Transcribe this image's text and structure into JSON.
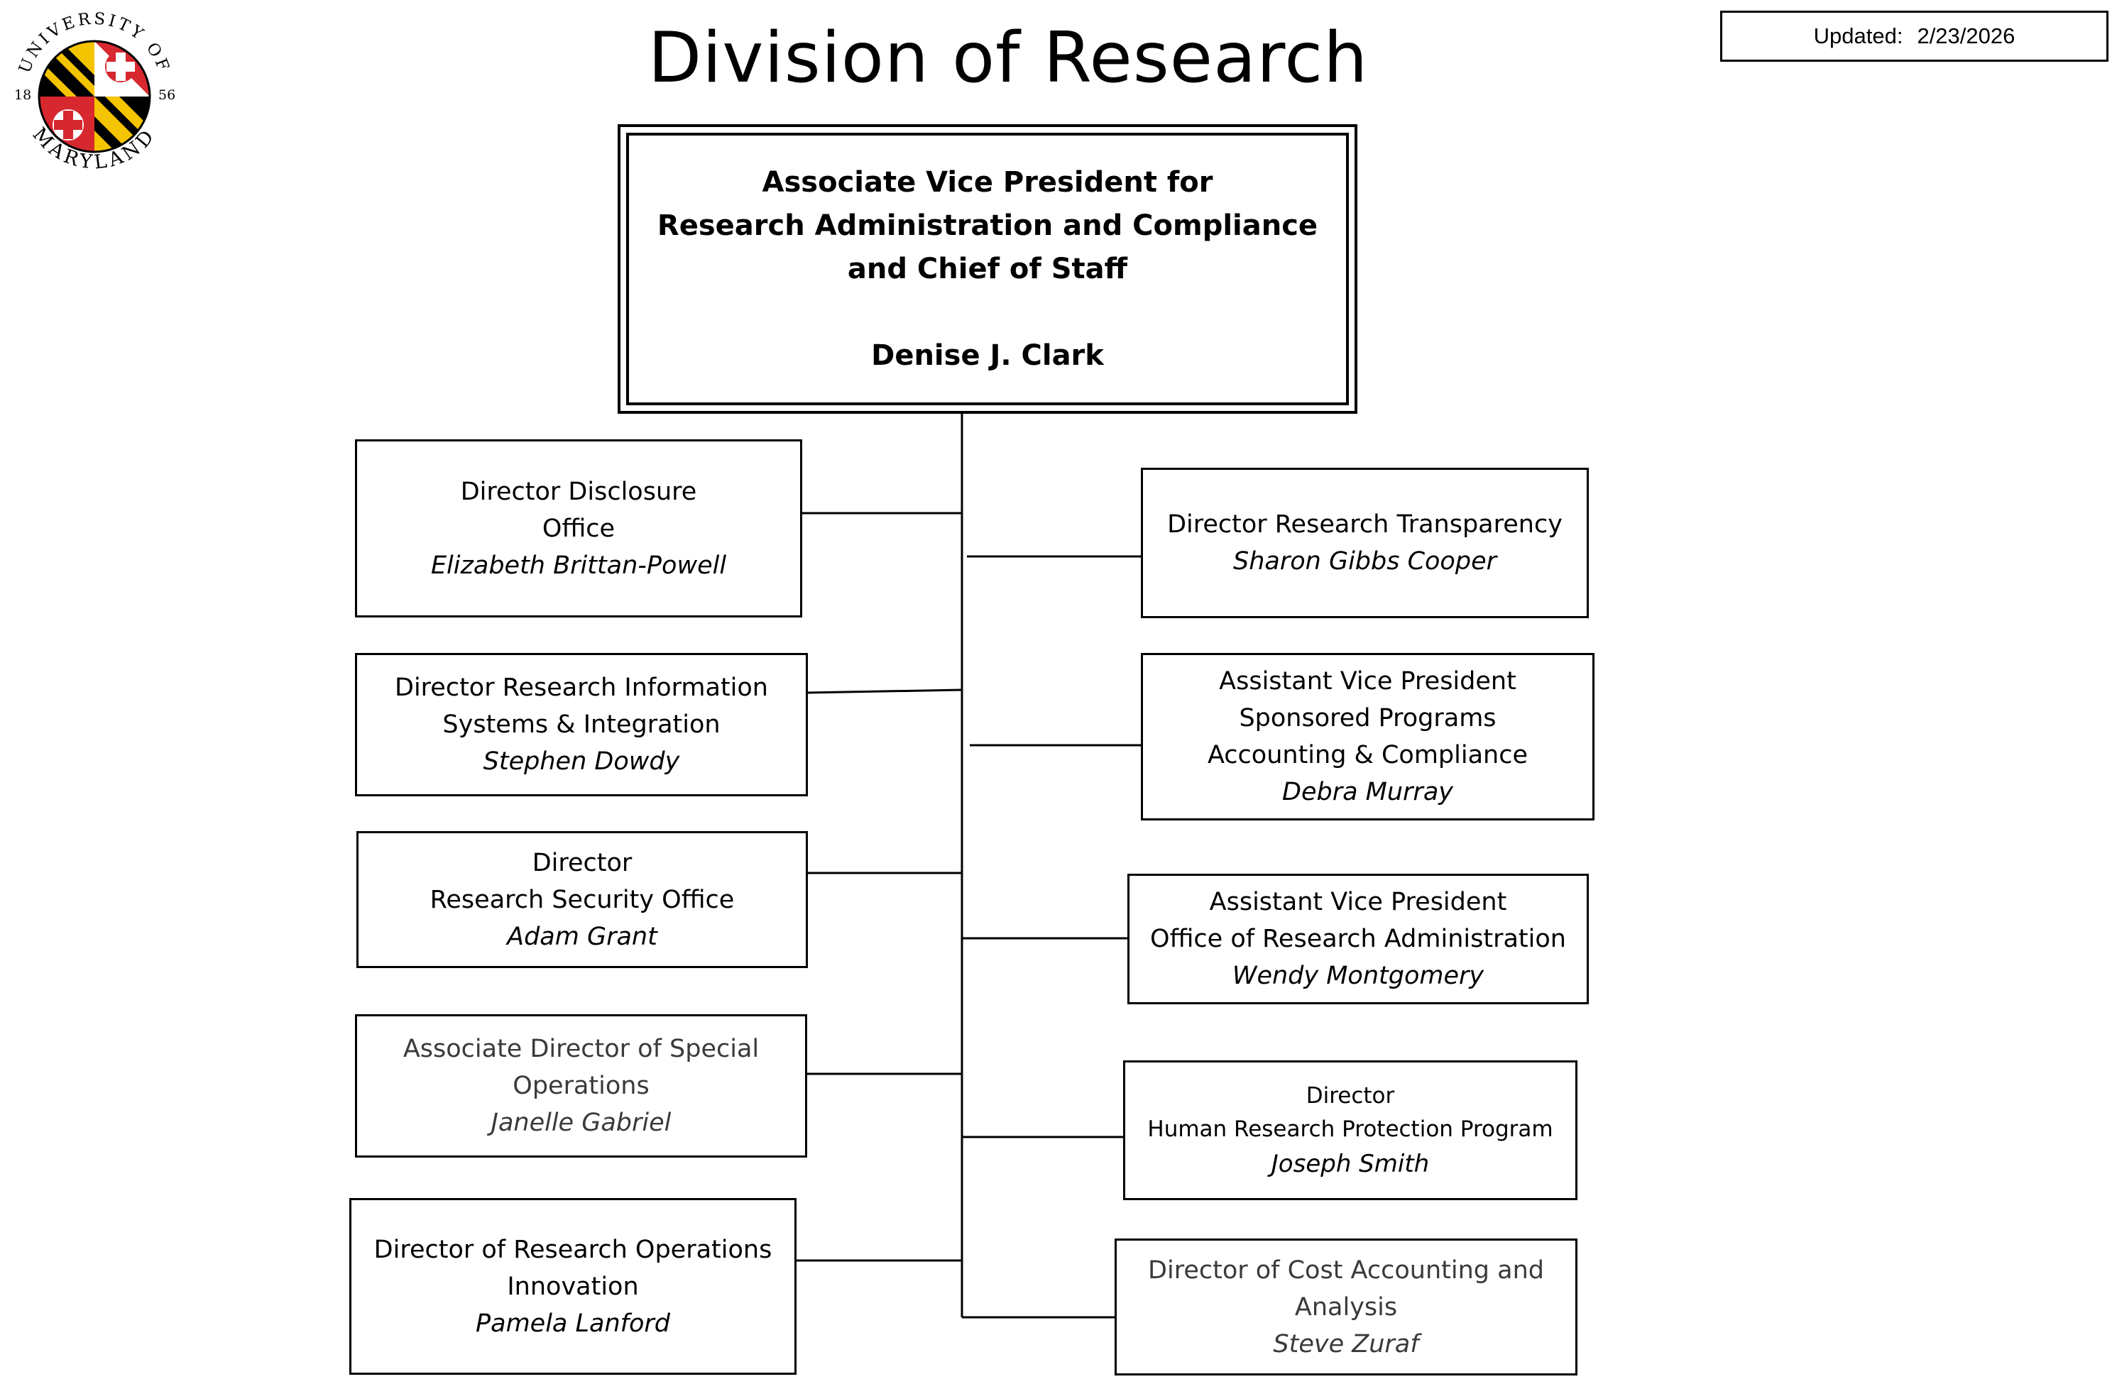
{
  "title": "Division of Research",
  "updated": {
    "label": "Updated:",
    "date": "2/23/2026"
  },
  "logo": {
    "arc_top": "UNIVERSITY OF",
    "arc_bottom": "MARYLAND",
    "year_left": "18",
    "year_right": "56",
    "colors": {
      "red": "#d7282f",
      "gold": "#f5c400",
      "black": "#000000",
      "white": "#ffffff"
    }
  },
  "top": {
    "lines": [
      "Associate Vice President for",
      "Research Administration and Compliance",
      "and Chief of Staff"
    ],
    "name": "Denise J. Clark"
  },
  "left_units": [
    {
      "titles": [
        "Director Disclosure",
        "Office"
      ],
      "name": "Elizabeth Brittan-Powell"
    },
    {
      "titles": [
        "Director Research Information",
        "Systems & Integration"
      ],
      "name": "Stephen Dowdy"
    },
    {
      "titles": [
        "Director",
        "Research Security Office"
      ],
      "name": "Adam Grant"
    },
    {
      "titles": [
        "Associate Director of Special",
        "Operations"
      ],
      "name": "Janelle Gabriel"
    },
    {
      "titles": [
        "Director of Research Operations",
        "Innovation"
      ],
      "name": "Pamela Lanford"
    }
  ],
  "right_units": [
    {
      "titles": [
        "Director Research Transparency"
      ],
      "name": "Sharon Gibbs Cooper"
    },
    {
      "titles": [
        "Assistant Vice President",
        "Sponsored Programs",
        "Accounting & Compliance"
      ],
      "name": "Debra Murray"
    },
    {
      "titles": [
        "Assistant Vice President",
        "Office of Research Administration"
      ],
      "name": "Wendy Montgomery"
    },
    {
      "titles": [
        "Director",
        "Human Research Protection Program"
      ],
      "name": "Joseph Smith"
    },
    {
      "titles": [
        "Director of Cost Accounting and",
        "Analysis"
      ],
      "name": "Steve Zuraf"
    }
  ]
}
